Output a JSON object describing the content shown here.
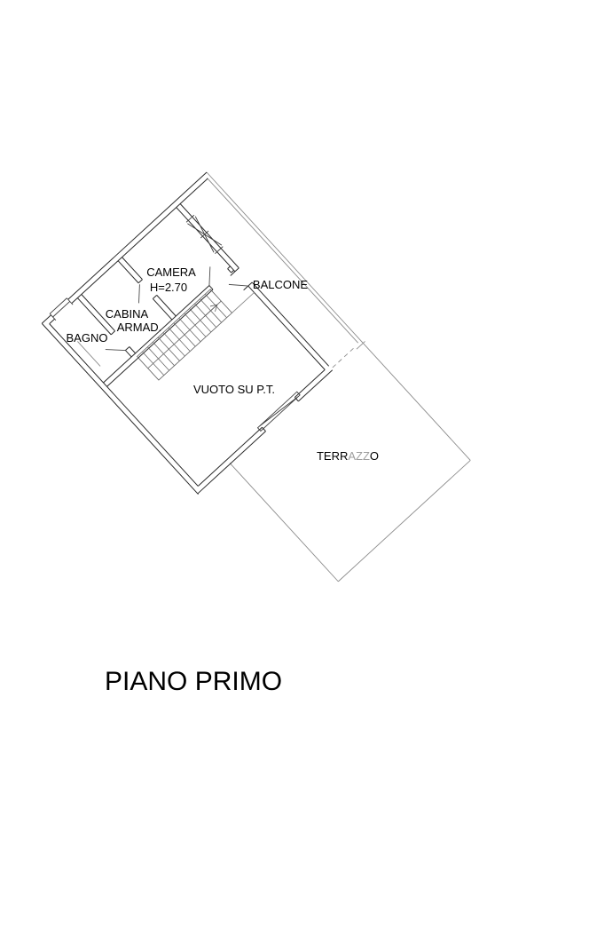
{
  "page": {
    "background": "#ffffff",
    "type": "architectural floor plan"
  },
  "plan": {
    "title": "PIANO PRIMO",
    "rotation_deg": 47.5,
    "colors": {
      "wall_line": "#2a2a2a",
      "thin_line": "#8c8c8c",
      "stair_line": "#5e5e5e",
      "label_text": "#000000",
      "terrazzo_faded_letters": "#9e9e9e"
    },
    "labels": {
      "camera": "CAMERA",
      "camera_height": "H=2.70",
      "cabina_line1": "CABINA",
      "cabina_line2": "ARMAD.",
      "bagno": "BAGNO",
      "balcone": "BALCONE",
      "vuoto": "VUOTO SU P.T.",
      "terrazzo_part1": "TERR",
      "terrazzo_part2": "AZZ",
      "terrazzo_part3": "O"
    }
  }
}
